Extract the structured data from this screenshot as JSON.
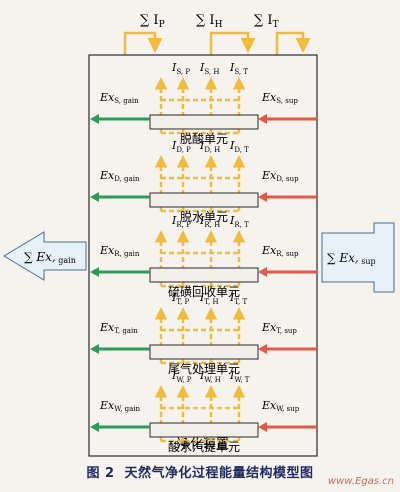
{
  "top_sums": {
    "p": "∑ I",
    "p_sub": "P",
    "h": "∑ I",
    "h_sub": "H",
    "t": "∑ I",
    "t_sub": "T"
  },
  "side": {
    "left_main": "∑ Ex,",
    "left_sub": " gain",
    "right_main": "∑ Ex,",
    "right_sub": " sup"
  },
  "units": [
    {
      "name": "脱酸单元",
      "letter": "S"
    },
    {
      "name": "脱水单元",
      "letter": "D"
    },
    {
      "name": "硫磺回收单元",
      "letter": "R"
    },
    {
      "name": "尾气处理单元",
      "letter": "T"
    },
    {
      "name": "酸水汽提单元",
      "letter": "W"
    }
  ],
  "flow_labels": {
    "I": "I",
    "Ex": "Ex",
    "gain": "gain",
    "sup": "sup"
  },
  "plant_label": "净化装置",
  "caption": {
    "figure": "图 2",
    "title": "天然气净化过程能量结构模型图"
  },
  "watermark": "www.Egas.cn",
  "colors": {
    "yellow": "#f1bb3d",
    "green": "#2f9a5a",
    "red": "#e05a4a",
    "big_arrow_fill": "#e7f1f7",
    "big_arrow_stroke": "#4c6e8c",
    "box_fill": "#f2eeea",
    "text_dark": "#1a1a1a"
  }
}
